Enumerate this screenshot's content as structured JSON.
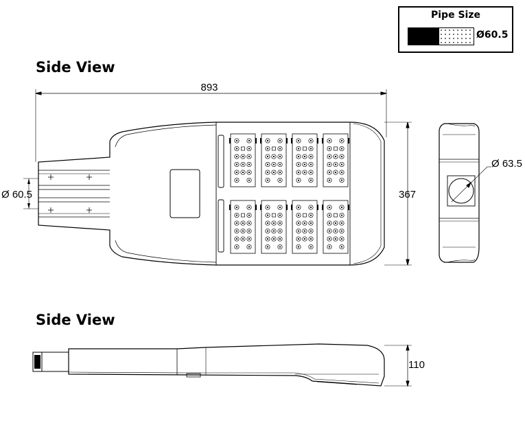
{
  "legend": {
    "title": "Pipe Size",
    "label": "Ø60.5"
  },
  "top_view": {
    "title": "Side View",
    "length_dim": "893",
    "width_dim": "367",
    "pipe_dim": "Ø 60.5",
    "end_pipe_dim": "Ø 63.5"
  },
  "side_view": {
    "title": "Side View",
    "height_dim": "110"
  }
}
